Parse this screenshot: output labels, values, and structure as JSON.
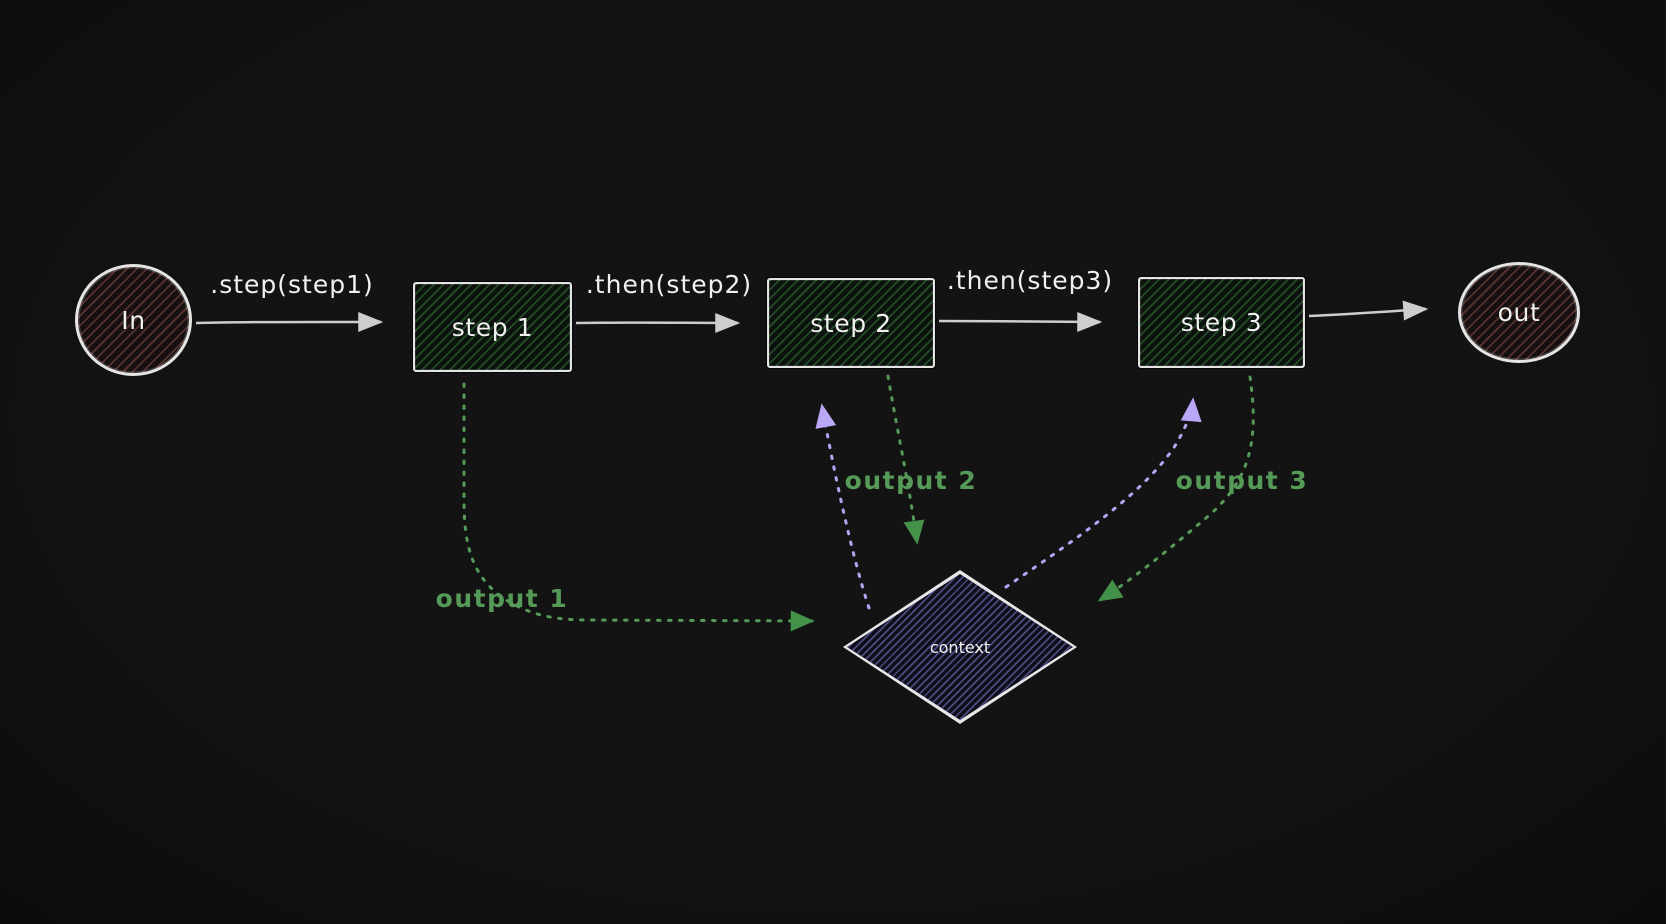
{
  "diagram": {
    "kind": "pipeline-flowchart",
    "background": "#111213"
  },
  "nodes": {
    "in": {
      "label": "In",
      "shape": "ellipse"
    },
    "step1": {
      "label": "step 1",
      "shape": "rectangle"
    },
    "step2": {
      "label": "step 2",
      "shape": "rectangle"
    },
    "step3": {
      "label": "step 3",
      "shape": "rectangle"
    },
    "out": {
      "label": "out",
      "shape": "ellipse"
    },
    "context": {
      "label": "context",
      "shape": "diamond"
    }
  },
  "edge_labels": {
    "step1_call": ".step(step1)",
    "step2_call": ".then(step2)",
    "step3_call": ".then(step3)",
    "output1": "output 1",
    "output2": "output 2",
    "output3": "output 3"
  },
  "colors": {
    "solid_arrow": "#cecece",
    "node_border": "#e5e5e5",
    "output_green": "#569a58",
    "green_arrowhead": "#44914a",
    "context_purple": "#b7a4f4",
    "rect_hatch": "#3a803e",
    "ellipse_hatch": "#ac6258",
    "diamond_hatch": "#7874c6"
  }
}
